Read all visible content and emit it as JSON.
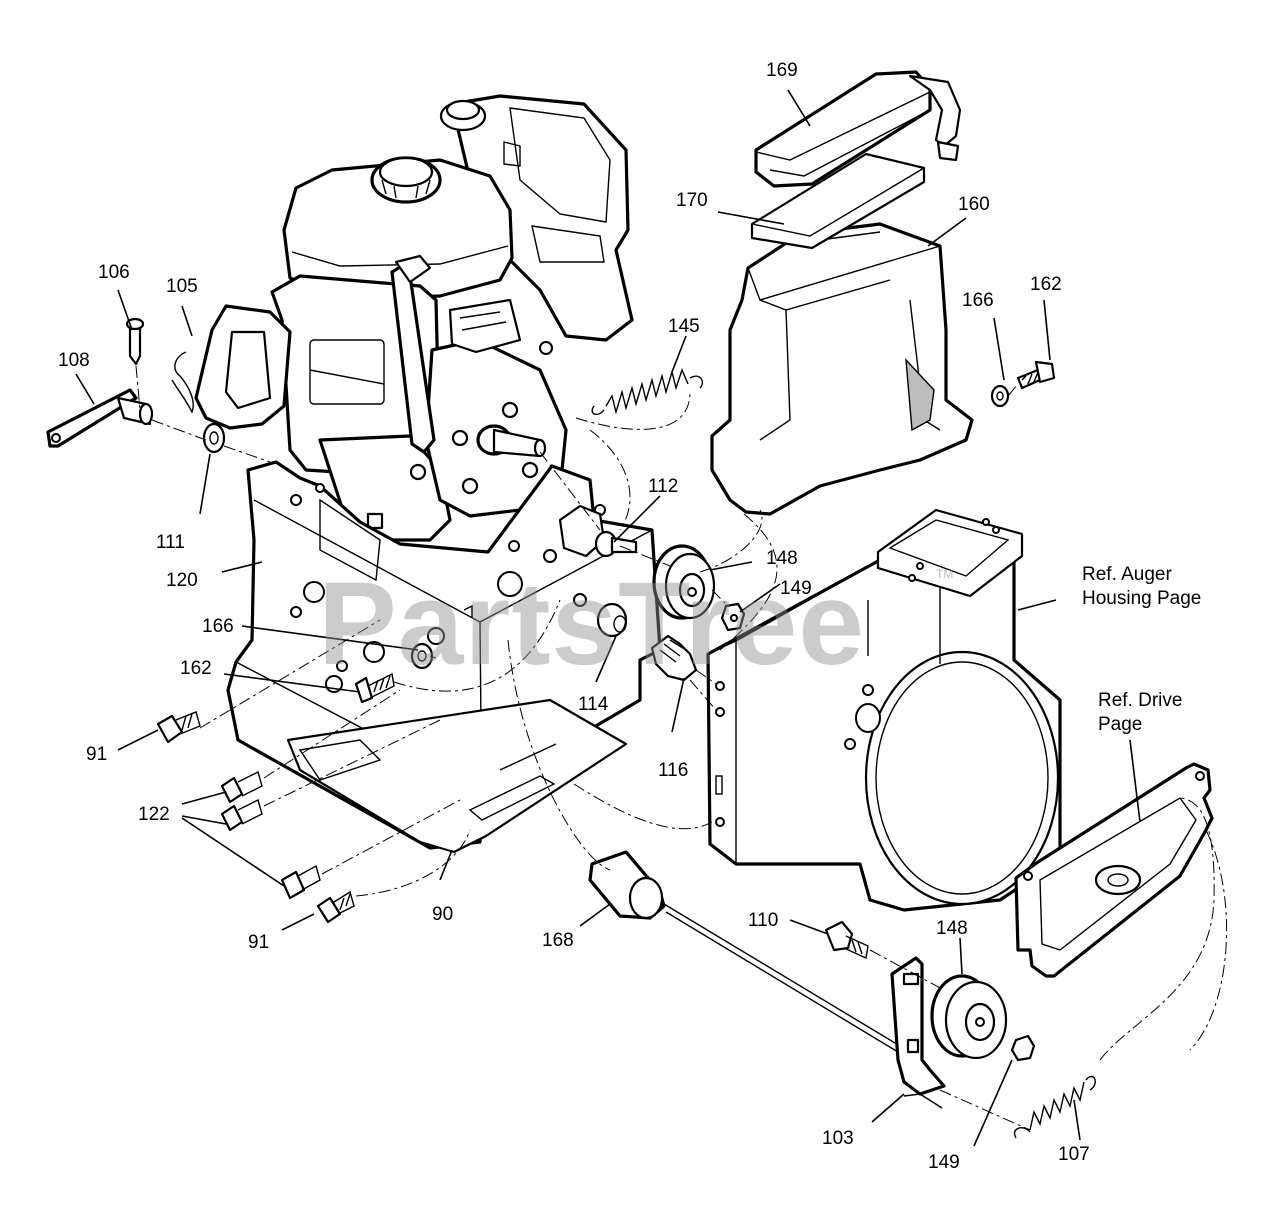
{
  "watermark": {
    "text": "PartsTree",
    "mark": "TM"
  },
  "callouts": {
    "c169": "169",
    "c170": "170",
    "c160": "160",
    "c166a": "166",
    "c162a": "162",
    "c145": "145",
    "c106": "106",
    "c105": "105",
    "c108": "108",
    "c111": "111",
    "c112": "112",
    "c120": "120",
    "c148a": "148",
    "c149a": "149",
    "c166b": "166",
    "c162b": "162",
    "c114": "114",
    "c116": "116",
    "c91a": "91",
    "c122": "122",
    "c91b": "91",
    "c90": "90",
    "c168": "168",
    "c110": "110",
    "c148b": "148",
    "c103": "103",
    "c149b": "149",
    "c107": "107"
  },
  "references": {
    "auger_line1": "Ref. Auger",
    "auger_line2": "Housing Page",
    "drive_line1": "Ref. Drive",
    "drive_line2": "Page"
  }
}
